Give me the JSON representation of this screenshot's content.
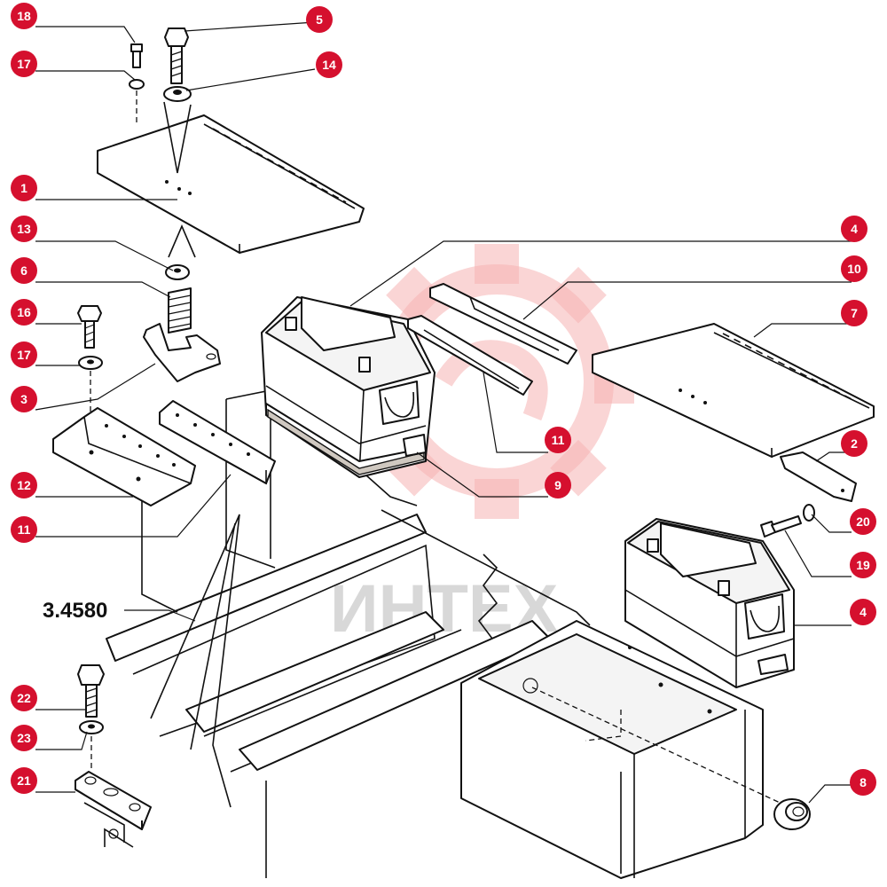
{
  "drawing": {
    "code_label": "3.4580",
    "watermark_text": "ИНТЕХ",
    "accent_color": "#d5102e"
  },
  "callouts": [
    {
      "num": "18"
    },
    {
      "num": "5"
    },
    {
      "num": "17"
    },
    {
      "num": "14"
    },
    {
      "num": "1"
    },
    {
      "num": "13"
    },
    {
      "num": "6"
    },
    {
      "num": "16"
    },
    {
      "num": "17"
    },
    {
      "num": "3"
    },
    {
      "num": "12"
    },
    {
      "num": "11"
    },
    {
      "num": "22"
    },
    {
      "num": "23"
    },
    {
      "num": "21"
    },
    {
      "num": "4"
    },
    {
      "num": "10"
    },
    {
      "num": "7"
    },
    {
      "num": "2"
    },
    {
      "num": "11"
    },
    {
      "num": "9"
    },
    {
      "num": "20"
    },
    {
      "num": "19"
    },
    {
      "num": "4"
    },
    {
      "num": "8"
    }
  ]
}
